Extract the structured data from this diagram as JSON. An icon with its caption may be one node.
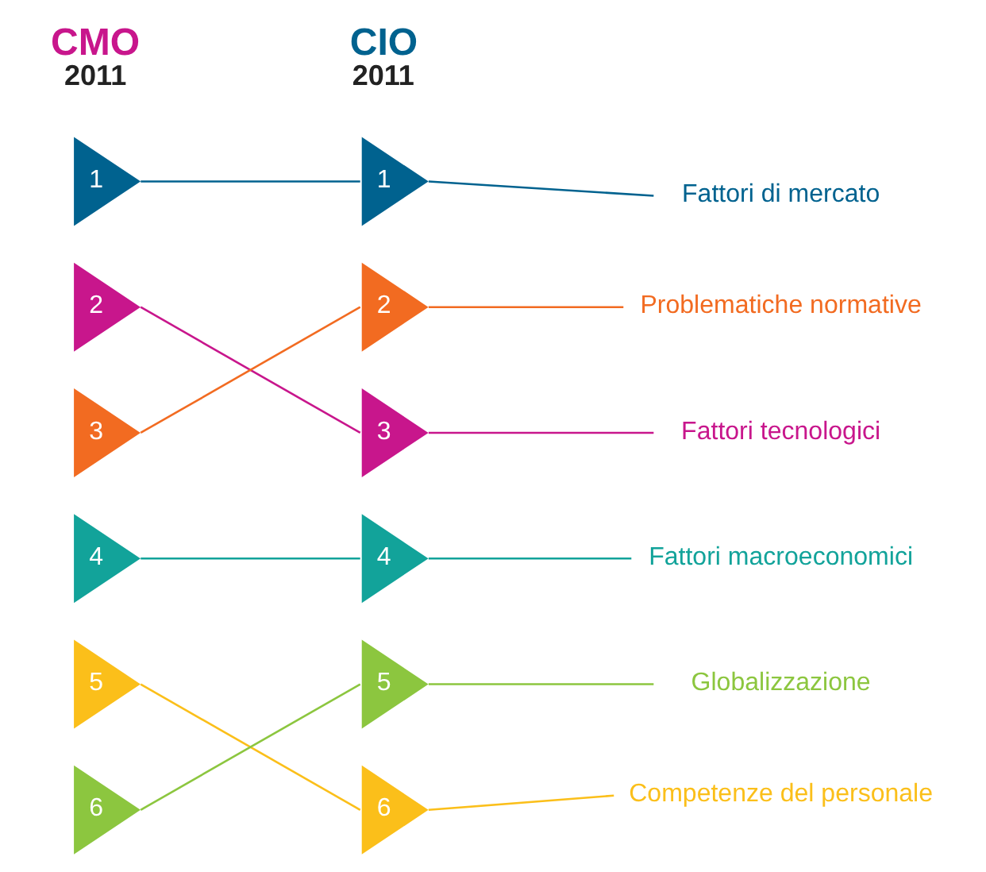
{
  "diagram": {
    "nodes": [
      {
        "text": [
          "1"
        ]
      },
      {
        "text": [
          "2"
        ]
      },
      {
        "text": [
          "3"
        ]
      },
      {
        "text": [
          "4"
        ]
      },
      {
        "text": [
          "5"
        ]
      },
      {
        "text": [
          "6"
        ]
      },
      {
        "text": [
          "1"
        ]
      },
      {
        "text": [
          "2"
        ]
      },
      {
        "text": [
          "3"
        ]
      },
      {
        "text": [
          "4"
        ]
      },
      {
        "text": [
          "5"
        ]
      },
      {
        "text": [
          "6"
        ]
      },
      {
        "text": [
          "Fattori di mercato"
        ]
      },
      {
        "text": [
          "Problematiche normative"
        ]
      },
      {
        "text": [
          "Fattori tecnologici"
        ]
      },
      {
        "text": [
          "Fattori macroeconomici"
        ]
      },
      {
        "text": [
          "Globalizzazione"
        ]
      },
      {
        "text": [
          "Competenze del personale"
        ]
      }
    ],
    "edges": [
      {
        "from": 0,
        "to": 6,
        "arrow": "none",
        "color": "#00628f"
      },
      {
        "from": 1,
        "to": 8,
        "arrow": "none",
        "color": "#c8168c"
      },
      {
        "from": 2,
        "to": 7,
        "arrow": "none",
        "color": "#f26b21"
      },
      {
        "from": 3,
        "to": 9,
        "arrow": "none",
        "color": "#12a39a"
      },
      {
        "from": 4,
        "to": 11,
        "arrow": "none",
        "color": "#fbbf1a"
      },
      {
        "from": 5,
        "to": 10,
        "arrow": "none",
        "color": "#8cc63f"
      },
      {
        "from": 6,
        "to": 12,
        "arrow": "none",
        "color": "#00628f"
      },
      {
        "from": 7,
        "to": 13,
        "arrow": "none",
        "color": "#f26b21"
      },
      {
        "from": 8,
        "to": 14,
        "arrow": "none",
        "color": "#c8168c"
      },
      {
        "from": 9,
        "to": 15,
        "arrow": "none",
        "color": "#12a39a"
      },
      {
        "from": 10,
        "to": 16,
        "arrow": "none",
        "color": "#8cc63f"
      },
      {
        "from": 11,
        "to": 17,
        "arrow": "none",
        "color": "#fbbf1a"
      }
    ],
    "labels": [
      "CMO",
      "2011",
      "CIO",
      "2011"
    ]
  }
}
